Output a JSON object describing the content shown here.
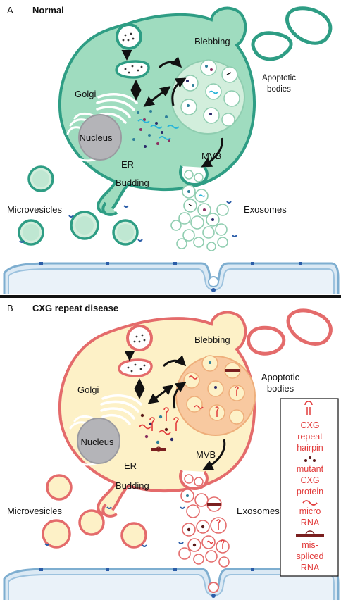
{
  "panel_a": {
    "letter": "A",
    "title": "Normal",
    "labels": {
      "blebbing": "Blebbing",
      "apoptotic_line1": "Apoptotic",
      "apoptotic_line2": "bodies",
      "golgi": "Golgi",
      "nucleus": "Nucleus",
      "er": "ER",
      "mvb": "MVB",
      "budding": "Budding",
      "microvesicles": "Microvesicles",
      "exosomes": "Exosomes"
    }
  },
  "panel_b": {
    "letter": "B",
    "title": "CXG repeat disease",
    "labels": {
      "blebbing": "Blebbing",
      "apoptotic_line1": "Apoptotic",
      "apoptotic_line2": "bodies",
      "golgi": "Golgi",
      "nucleus": "Nucleus",
      "er": "ER",
      "mvb": "MVB",
      "budding": "Budding",
      "microvesicles": "Microvesicles",
      "exosomes": "Exosomes"
    }
  },
  "legend": {
    "items": [
      {
        "icon": "hairpin-icon",
        "lines": [
          "CXG",
          "repeat",
          "hairpin"
        ]
      },
      {
        "icon": "protein-dots-icon",
        "lines": [
          "mutant",
          "CXG",
          "protein"
        ]
      },
      {
        "icon": "squiggle-icon",
        "lines": [
          "micro",
          "RNA"
        ]
      },
      {
        "icon": "bar-icon",
        "lines": [
          "mis-",
          "spliced",
          "RNA"
        ]
      }
    ]
  },
  "colors": {
    "normal_fill": "#9fdcbf",
    "normal_stroke": "#2e9d84",
    "disease_fill": "#fdf1c7",
    "disease_stroke": "#e46b6b",
    "mvb_normal": "#d2eedc",
    "mvb_disease": "#f8c9a0",
    "legend_text": "#e23b3b",
    "recipient_fill": "#d3e6f3",
    "recipient_stroke": "#7eaed0"
  }
}
